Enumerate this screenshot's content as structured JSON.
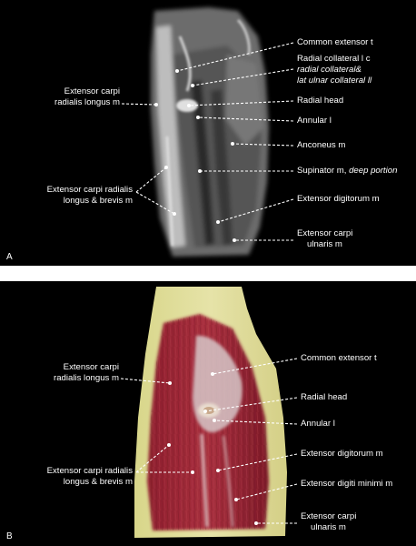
{
  "panel_a": {
    "letter": "A",
    "labels": {
      "common_extensor_t": "Common extensor t",
      "radial_collateral_1": "Radial collateral l c",
      "radial_collateral_2": "radial collateral&",
      "radial_collateral_3": "lat ulnar collateral ll",
      "radial_head": "Radial head",
      "annular_l": "Annular l",
      "anconeus_m": "Anconeus m",
      "supinator_main": "Supinator m, ",
      "supinator_italic": "deep portion",
      "extensor_digitorum_m": "Extensor digitorum m",
      "ecu_1": "Extensor carpi",
      "ecu_2": "ulnaris m",
      "ecrl_1": "Extensor carpi",
      "ecrl_2": "radialis longus m",
      "ecrlb_1": "Extensor carpi radialis",
      "ecrlb_2": "longus & brevis m"
    }
  },
  "panel_b": {
    "letter": "B",
    "labels": {
      "common_extensor_t": "Common extensor t",
      "radial_head": "Radial head",
      "annular_l": "Annular l",
      "extensor_digitorum_m": "Extensor digitorum m",
      "extensor_digiti_minimi_m": "Extensor digiti minimi m",
      "ecu_1": "Extensor carpi",
      "ecu_2": "ulnaris m",
      "ecrl_1": "Extensor carpi",
      "ecrl_2": "radialis longus m",
      "ecrlb_1": "Extensor carpi radialis",
      "ecrlb_2": "longus & brevis m"
    }
  }
}
